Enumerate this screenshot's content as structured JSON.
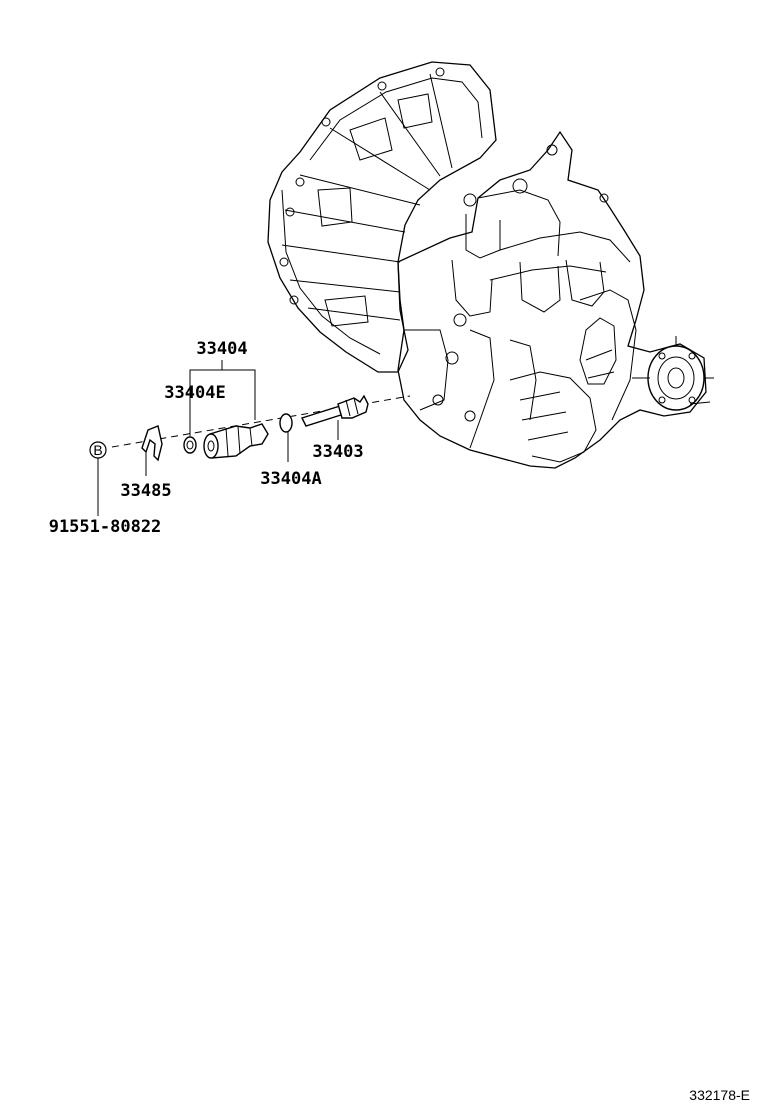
{
  "labels": {
    "p33404": "33404",
    "p33404E": "33404E",
    "p33404A": "33404A",
    "p33403": "33403",
    "p33485": "33485",
    "p91551": "91551-80822",
    "bolt_marker": "B"
  },
  "figure_code": "332178-E"
}
